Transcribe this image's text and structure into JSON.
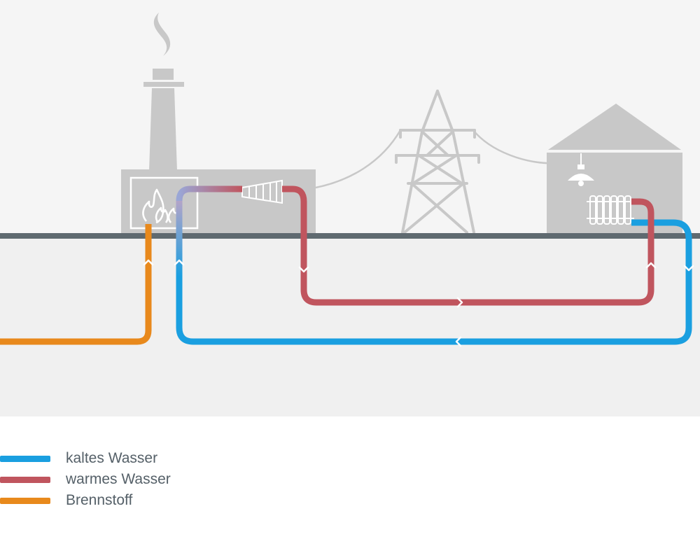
{
  "colors": {
    "cold_water": "#1a9fe0",
    "warm_water": "#c0555e",
    "fuel": "#e8891c",
    "building": "#c8c8c8",
    "ground_line": "#5f6a70",
    "underground": "#f0f0f0",
    "sky": "#f5f5f5"
  },
  "icons": {
    "smoke": "smoke-icon",
    "flame": "flame-icon",
    "turbine": "turbine-icon",
    "pylon": "power-pylon-icon",
    "lamp": "lamp-icon",
    "radiator": "radiator-icon"
  },
  "legend": {
    "items": [
      {
        "label": "kaltes Wasser",
        "color": "#1a9fe0"
      },
      {
        "label": "warmes Wasser",
        "color": "#c0555e"
      },
      {
        "label": "Brennstoff",
        "color": "#e8891c"
      }
    ]
  }
}
